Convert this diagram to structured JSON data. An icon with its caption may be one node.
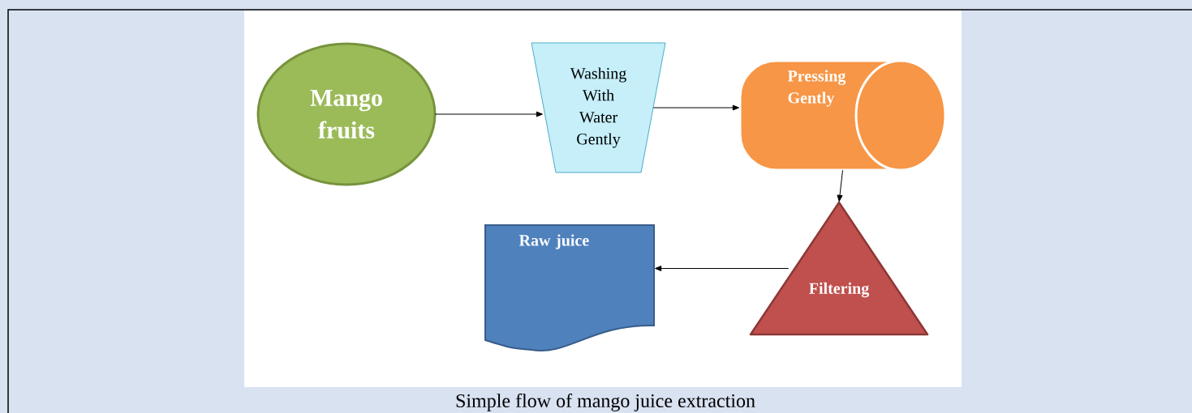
{
  "diagram": {
    "caption": "Simple flow of mango juice extraction",
    "nodes": [
      {
        "text": [
          "Mango fruits"
        ]
      },
      {
        "text": [
          "Washing With Water Gently"
        ]
      },
      {
        "text": [
          "Pressing Gently"
        ]
      },
      {
        "text": [
          "Filtering"
        ]
      },
      {
        "text": [
          "Raw juice"
        ]
      }
    ],
    "edges": [
      {
        "from": 0,
        "to": 1,
        "arrow": "to"
      },
      {
        "from": 1,
        "to": 2,
        "arrow": "to"
      },
      {
        "from": 2,
        "to": 3,
        "arrow": "to"
      },
      {
        "from": 3,
        "to": 4,
        "arrow": "to"
      }
    ]
  }
}
